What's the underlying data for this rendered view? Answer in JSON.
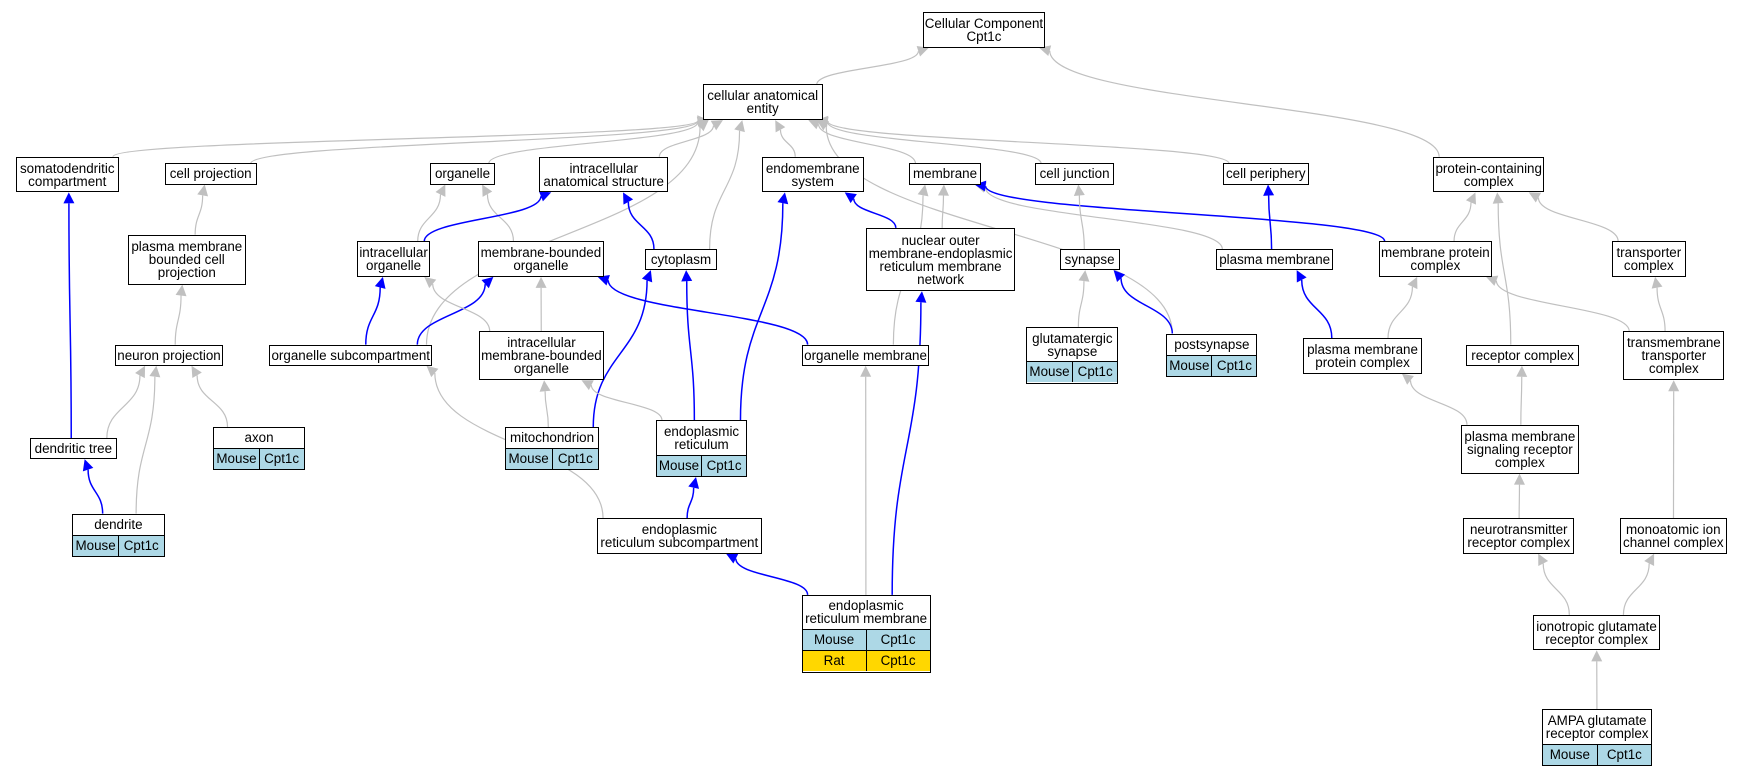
{
  "colors": {
    "grey_edge": "#c0c0c0",
    "blue_edge": "#0000ff",
    "mouse_fill": "#add8e6",
    "rat_fill": "#ffd700"
  },
  "nodes": {
    "root": {
      "label": "Cellular Component\nCpt1c"
    },
    "cae": {
      "label": "cellular anatomical\nentity"
    },
    "somato": {
      "label": "somatodendritic\ncompartment"
    },
    "cellproj": {
      "label": "cell projection"
    },
    "organelle": {
      "label": "organelle"
    },
    "ias": {
      "label": "intracellular\nanatomical structure"
    },
    "endosys": {
      "label": "endomembrane\nsystem"
    },
    "membrane": {
      "label": "membrane"
    },
    "celljunction": {
      "label": "cell junction"
    },
    "cellperiph": {
      "label": "cell periphery"
    },
    "pcc": {
      "label": "protein-containing\ncomplex"
    },
    "pmbcp": {
      "label": "plasma membrane\nbounded cell\nprojection"
    },
    "intraorg": {
      "label": "intracellular\norganelle"
    },
    "mbo": {
      "label": "membrane-bounded\norganelle"
    },
    "cytoplasm": {
      "label": "cytoplasm"
    },
    "nuclear": {
      "label": "nuclear outer\nmembrane-endoplasmic\nreticulum membrane\nnetwork"
    },
    "synapse": {
      "label": "synapse"
    },
    "pm": {
      "label": "plasma membrane"
    },
    "mpc": {
      "label": "membrane protein\ncomplex"
    },
    "transporter": {
      "label": "transporter\ncomplex"
    },
    "neuronproj": {
      "label": "neuron projection"
    },
    "orgsub": {
      "label": "organelle subcompartment"
    },
    "imbo": {
      "label": "intracellular\nmembrane-bounded\norganelle"
    },
    "orgmem": {
      "label": "organelle membrane"
    },
    "glutsyn": {
      "label": "glutamatergic\nsynapse",
      "ann": [
        [
          "Mouse",
          "Cpt1c"
        ]
      ]
    },
    "postsyn": {
      "label": "postsynapse",
      "ann": [
        [
          "Mouse",
          "Cpt1c"
        ]
      ]
    },
    "pmpc": {
      "label": "plasma membrane\nprotein complex"
    },
    "receptor": {
      "label": "receptor complex"
    },
    "tmtc": {
      "label": "transmembrane\ntransporter\ncomplex"
    },
    "dendtree": {
      "label": "dendritic tree"
    },
    "axon": {
      "label": "axon",
      "ann": [
        [
          "Mouse",
          "Cpt1c"
        ]
      ]
    },
    "mito": {
      "label": "mitochondrion",
      "ann": [
        [
          "Mouse",
          "Cpt1c"
        ]
      ]
    },
    "er": {
      "label": "endoplasmic\nreticulum",
      "ann": [
        [
          "Mouse",
          "Cpt1c"
        ]
      ]
    },
    "pmsrc": {
      "label": "plasma membrane\nsignaling receptor\ncomplex"
    },
    "dendrite": {
      "label": "dendrite",
      "ann": [
        [
          "Mouse",
          "Cpt1c"
        ]
      ]
    },
    "ersub": {
      "label": "endoplasmic\nreticulum subcompartment"
    },
    "ntrc": {
      "label": "neurotransmitter\nreceptor complex"
    },
    "micc": {
      "label": "monoatomic ion\nchannel complex"
    },
    "erm": {
      "label": "endoplasmic\nreticulum membrane",
      "ann": [
        [
          "Mouse",
          "Cpt1c"
        ],
        [
          "Rat",
          "Cpt1c"
        ]
      ]
    },
    "iglut": {
      "label": "ionotropic glutamate\nreceptor complex"
    },
    "ampa": {
      "label": "AMPA glutamate\nreceptor complex",
      "ann": [
        [
          "Mouse",
          "Cpt1c"
        ]
      ]
    }
  },
  "edges": [
    [
      "cae",
      "root",
      "grey"
    ],
    [
      "pcc",
      "root",
      "grey"
    ],
    [
      "somato",
      "cae",
      "grey"
    ],
    [
      "cellproj",
      "cae",
      "grey"
    ],
    [
      "organelle",
      "cae",
      "grey"
    ],
    [
      "ias",
      "cae",
      "grey"
    ],
    [
      "endosys",
      "cae",
      "grey"
    ],
    [
      "membrane",
      "cae",
      "grey"
    ],
    [
      "celljunction",
      "cae",
      "grey"
    ],
    [
      "cellperiph",
      "cae",
      "grey"
    ],
    [
      "cytoplasm",
      "cae",
      "grey"
    ],
    [
      "orgsub",
      "cae",
      "grey"
    ],
    [
      "postsyn",
      "cae",
      "grey"
    ],
    [
      "pmbcp",
      "cellproj",
      "grey"
    ],
    [
      "intraorg",
      "organelle",
      "grey"
    ],
    [
      "mbo",
      "organelle",
      "grey"
    ],
    [
      "intraorg",
      "ias",
      "blue"
    ],
    [
      "cytoplasm",
      "ias",
      "blue"
    ],
    [
      "nuclear",
      "endosys",
      "blue"
    ],
    [
      "er",
      "endosys",
      "blue"
    ],
    [
      "nuclear",
      "membrane",
      "grey"
    ],
    [
      "orgmem",
      "membrane",
      "grey"
    ],
    [
      "pm",
      "membrane",
      "grey"
    ],
    [
      "mpc",
      "membrane",
      "blue"
    ],
    [
      "synapse",
      "celljunction",
      "grey"
    ],
    [
      "pm",
      "cellperiph",
      "blue"
    ],
    [
      "mpc",
      "pcc",
      "grey"
    ],
    [
      "transporter",
      "pcc",
      "grey"
    ],
    [
      "receptor",
      "pcc",
      "grey"
    ],
    [
      "neuronproj",
      "pmbcp",
      "grey"
    ],
    [
      "orgsub",
      "intraorg",
      "blue"
    ],
    [
      "orgsub",
      "mbo",
      "blue"
    ],
    [
      "imbo",
      "intraorg",
      "grey"
    ],
    [
      "imbo",
      "mbo",
      "grey"
    ],
    [
      "orgmem",
      "mbo",
      "blue"
    ],
    [
      "mito",
      "cytoplasm",
      "blue"
    ],
    [
      "er",
      "cytoplasm",
      "blue"
    ],
    [
      "glutsyn",
      "synapse",
      "grey"
    ],
    [
      "postsyn",
      "synapse",
      "blue"
    ],
    [
      "pmpc",
      "pm",
      "blue"
    ],
    [
      "pmpc",
      "mpc",
      "grey"
    ],
    [
      "tmtc",
      "mpc",
      "grey"
    ],
    [
      "tmtc",
      "transporter",
      "grey"
    ],
    [
      "dendtree",
      "neuronproj",
      "grey"
    ],
    [
      "axon",
      "neuronproj",
      "grey"
    ],
    [
      "dendrite",
      "neuronproj",
      "grey"
    ],
    [
      "dendtree",
      "somato",
      "blue"
    ],
    [
      "dendrite",
      "dendtree",
      "blue"
    ],
    [
      "mito",
      "imbo",
      "grey"
    ],
    [
      "er",
      "imbo",
      "grey"
    ],
    [
      "ersub",
      "orgsub",
      "grey"
    ],
    [
      "ersub",
      "er",
      "blue"
    ],
    [
      "erm",
      "ersub",
      "blue"
    ],
    [
      "erm",
      "orgmem",
      "grey"
    ],
    [
      "erm",
      "nuclear",
      "blue"
    ],
    [
      "pmsrc",
      "pmpc",
      "grey"
    ],
    [
      "pmsrc",
      "receptor",
      "grey"
    ],
    [
      "ntrc",
      "pmsrc",
      "grey"
    ],
    [
      "micc",
      "tmtc",
      "grey"
    ],
    [
      "iglut",
      "ntrc",
      "grey"
    ],
    [
      "iglut",
      "micc",
      "grey"
    ],
    [
      "ampa",
      "iglut",
      "grey"
    ]
  ]
}
